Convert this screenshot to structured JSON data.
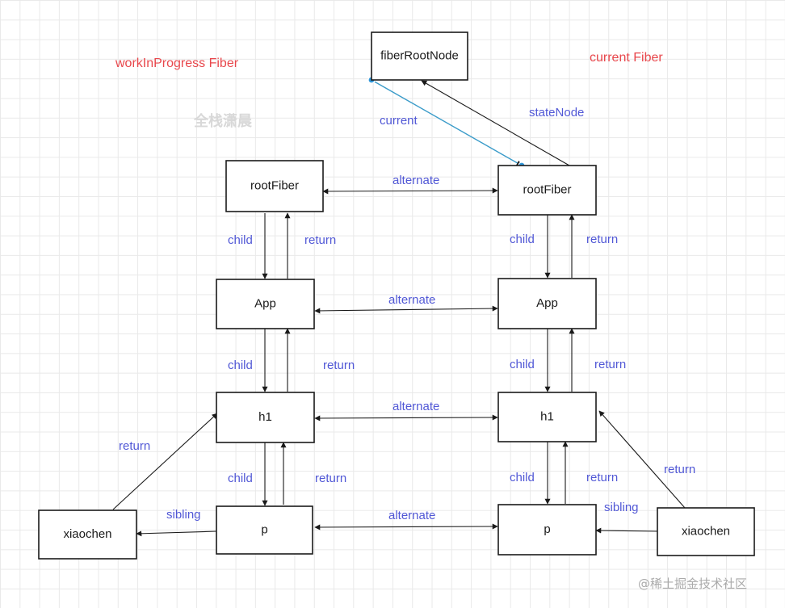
{
  "colors": {
    "title": "#e8474c",
    "edge_label": "#5158d6",
    "selected_edge": "#3a9bc9",
    "handle": "#2f96d8"
  },
  "titles": {
    "wip": "workInProgress Fiber",
    "current": "current Fiber"
  },
  "watermark": "全栈潇晨",
  "footer": "@稀土掘金技术社区",
  "nodes": {
    "fiberRootNode": "fiberRootNode",
    "wip_rootFiber": "rootFiber",
    "wip_app": "App",
    "wip_h1": "h1",
    "wip_p": "p",
    "wip_xiaochen": "xiaochen",
    "cur_rootFiber": "rootFiber",
    "cur_app": "App",
    "cur_h1": "h1",
    "cur_p": "p",
    "cur_xiaochen": "xiaochen"
  },
  "edge_labels": {
    "current": "current",
    "stateNode": "stateNode",
    "alt_root": "alternate",
    "alt_app": "alternate",
    "alt_h1": "alternate",
    "alt_p": "alternate",
    "wip_child_root": "child",
    "wip_return_root": "return",
    "wip_child_app": "child",
    "wip_return_app": "return",
    "wip_child_h1": "child",
    "wip_return_h1": "return",
    "wip_return_xiaochen": "return",
    "wip_sibling": "sibling",
    "cur_child_root": "child",
    "cur_return_root": "return",
    "cur_child_app": "child",
    "cur_return_app": "return",
    "cur_child_h1": "child",
    "cur_return_h1": "return",
    "cur_return_xiaochen": "return",
    "cur_sibling": "sibling"
  }
}
